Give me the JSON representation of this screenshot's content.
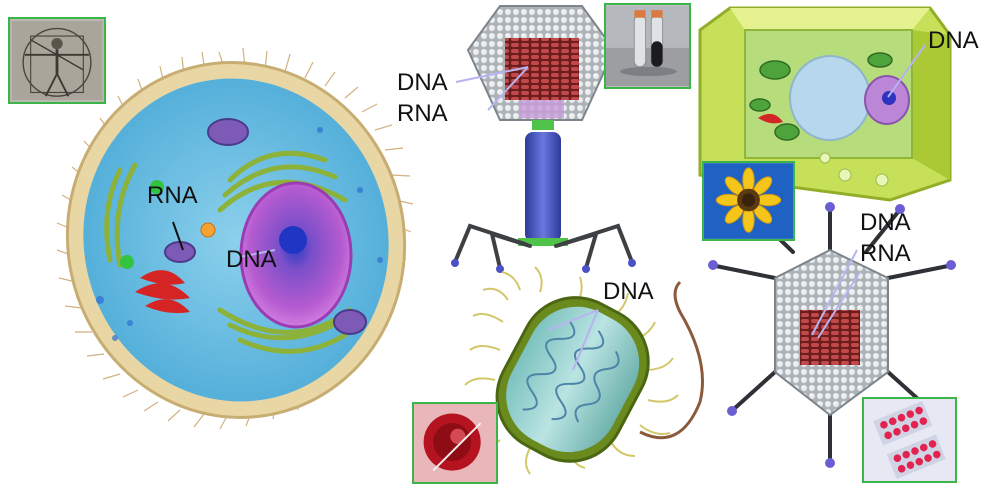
{
  "labels": {
    "animal_cell_rna": "RNA",
    "animal_cell_dna": "DNA",
    "phage_dna": "DNA",
    "phage_rna": "RNA",
    "bacterium_dna": "DNA",
    "plant_cell_dna": "DNA",
    "adenovirus_dna": "DNA",
    "adenovirus_rna": "RNA"
  },
  "colors": {
    "inset_border": "#3cb548",
    "pointer_line": "#b7b3f0",
    "label_text": "#111111"
  },
  "icons": [
    "vitruvian-man-icon",
    "test-tubes-icon",
    "sunflower-icon",
    "blood-cell-icon",
    "dna-array-chip-icon"
  ]
}
